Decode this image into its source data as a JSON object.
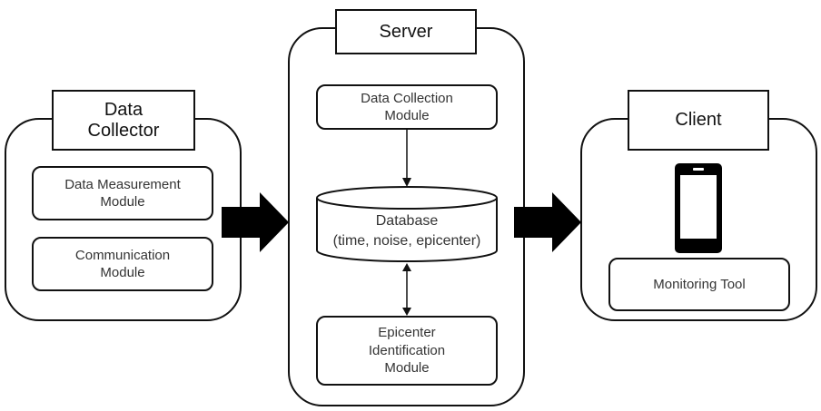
{
  "collector": {
    "title_line1": "Data",
    "title_line2": "Collector",
    "module1_line1": "Data Measurement",
    "module1_line2": "Module",
    "module2_line1": "Communication",
    "module2_line2": "Module"
  },
  "server": {
    "title": "Server",
    "collection_line1": "Data Collection",
    "collection_line2": "Module",
    "database_line1": "Database",
    "database_line2": "(time, noise, epicenter)",
    "epicenter_line1": "Epicenter",
    "epicenter_line2": "Identification",
    "epicenter_line3": "Module"
  },
  "client": {
    "title": "Client",
    "tool": "Monitoring Tool",
    "device_icon": "smartphone-icon"
  }
}
